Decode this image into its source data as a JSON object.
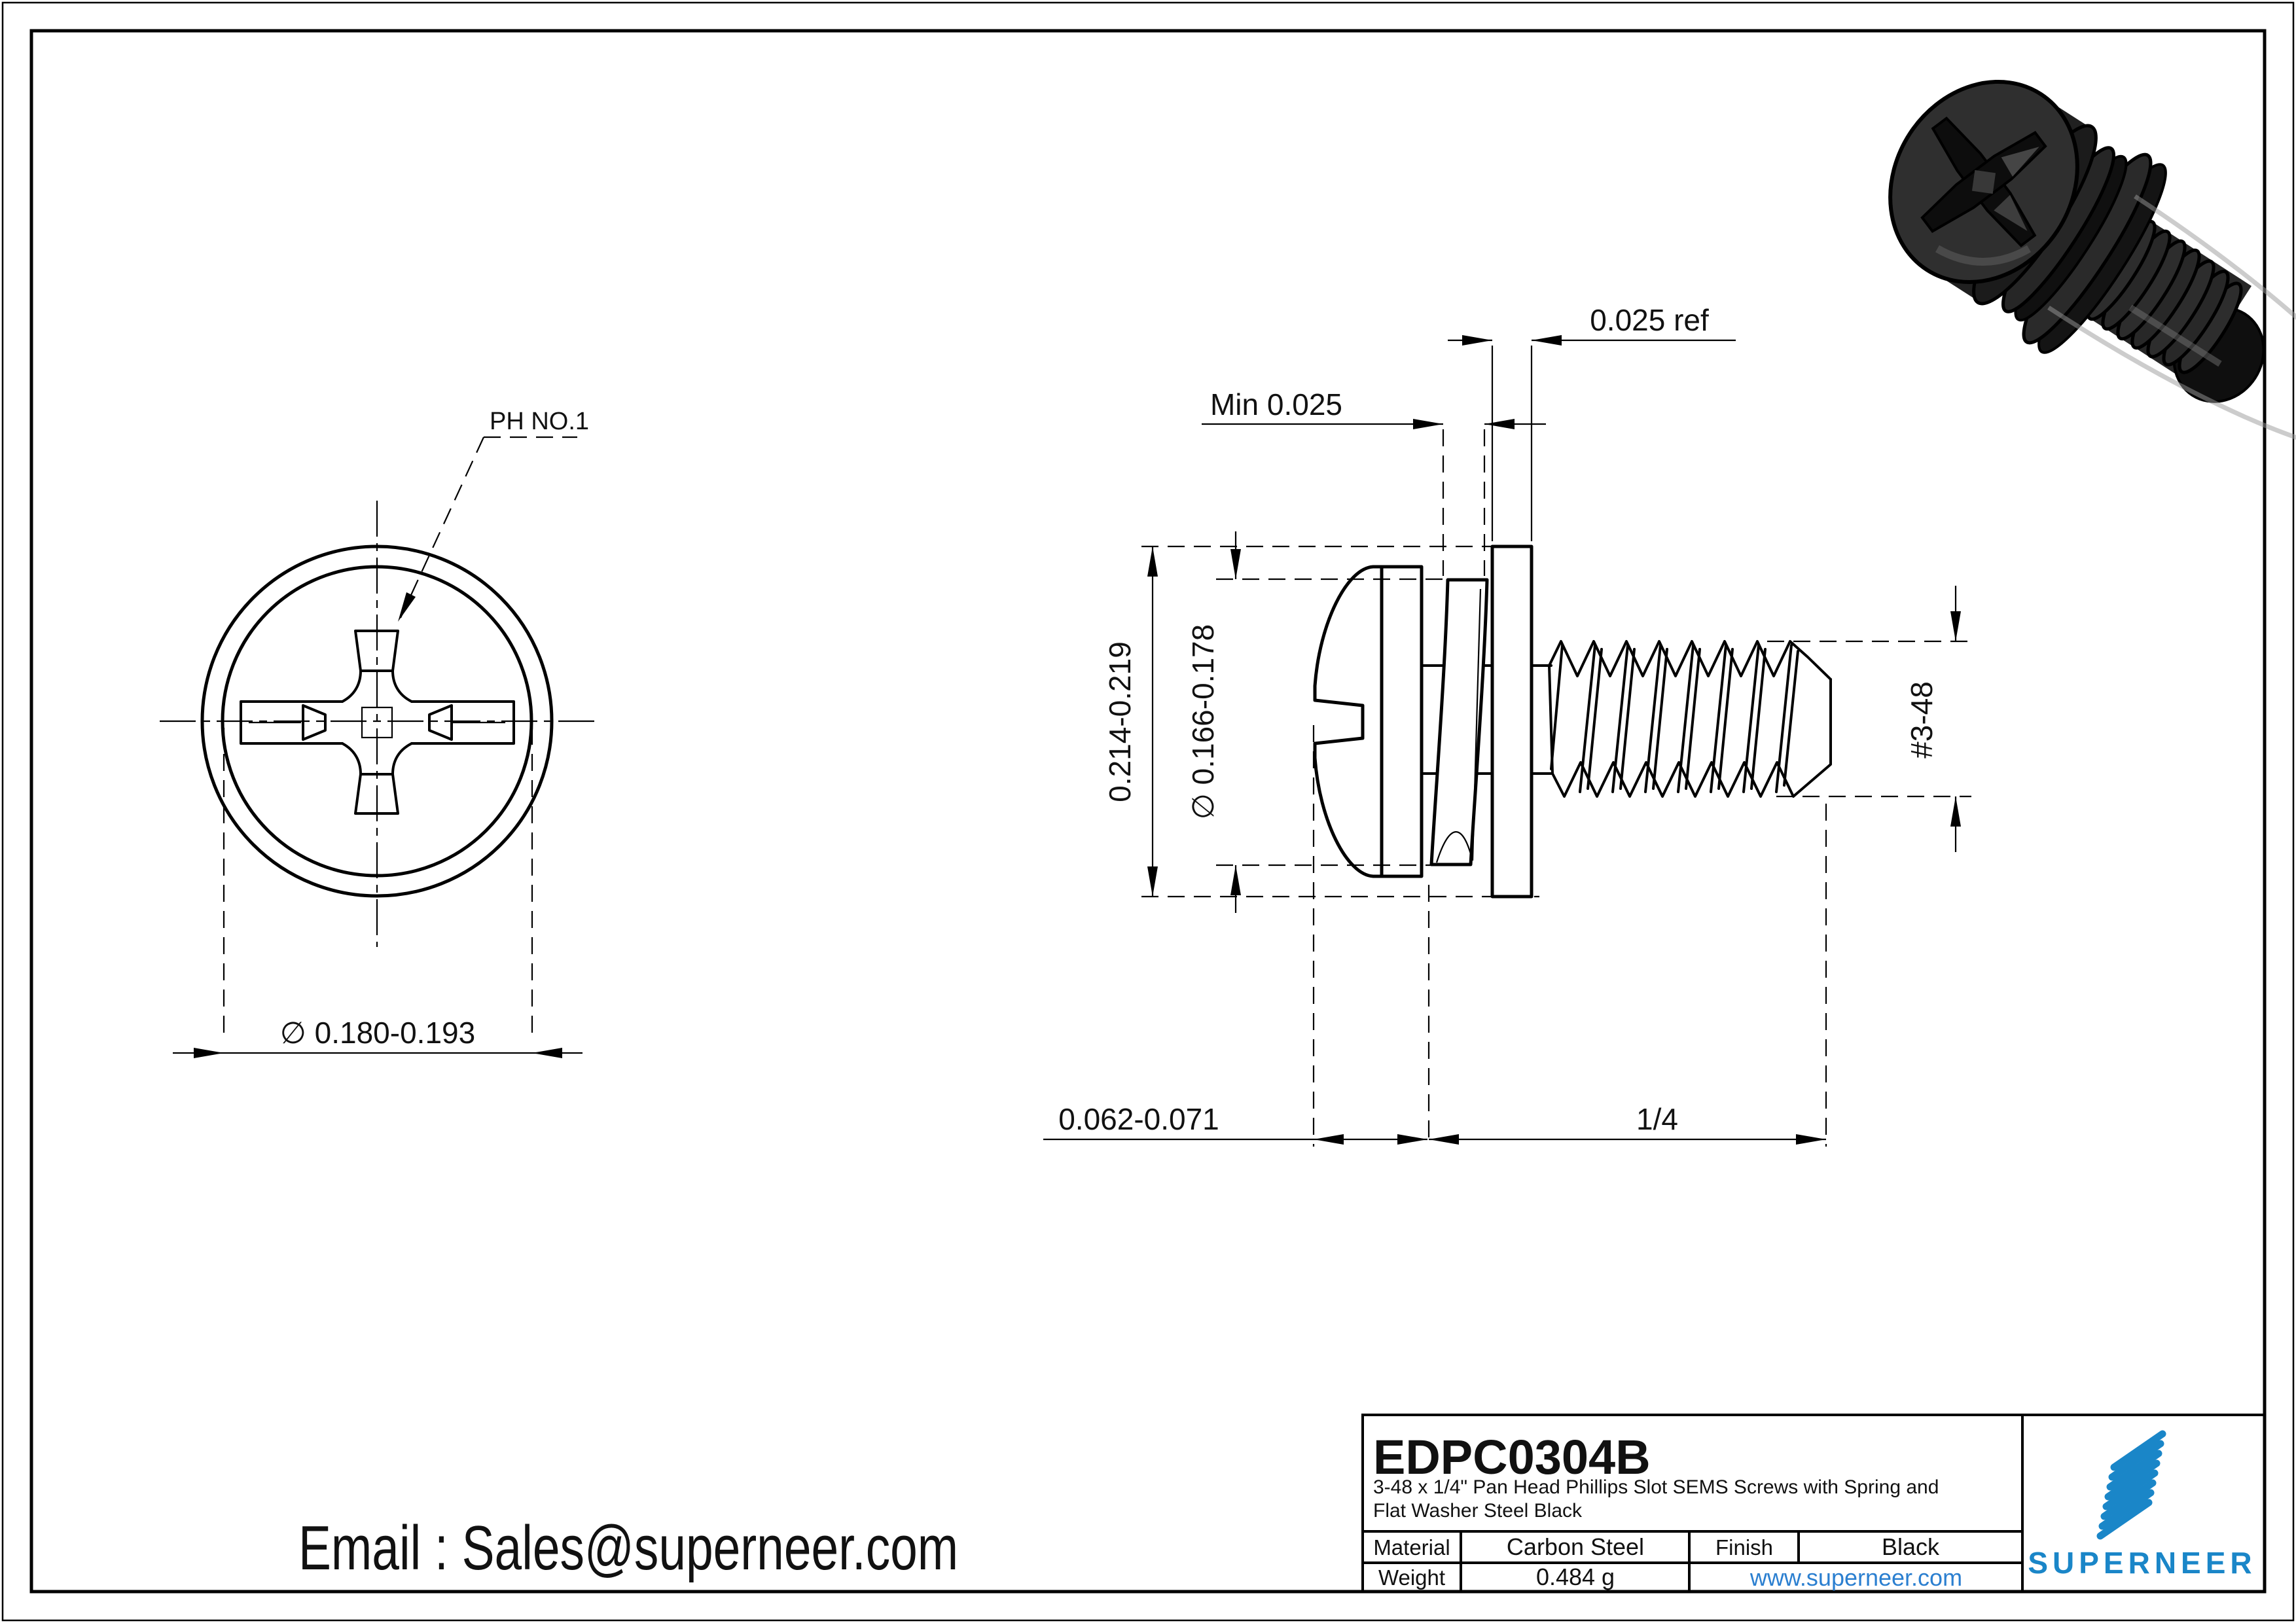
{
  "front_view": {
    "drive_label": "PH NO.1",
    "diameter_dim": "∅ 0.180-0.193"
  },
  "side_view": {
    "washer_thickness_dim": "0.025 ref",
    "spring_washer_min_dim": "Min 0.025",
    "flat_washer_od_dim": "0.214-0.219",
    "spring_washer_od_dim": "∅ 0.166-0.178",
    "thread_spec_dim": "#3-48",
    "head_height_dim": "0.062-0.071",
    "thread_length_dim": "1/4"
  },
  "footer": {
    "email": "Email : Sales@superneer.com"
  },
  "title_block": {
    "part_number": "EDPC0304B",
    "description_line1": "3-48 x 1/4\" Pan Head Phillips Slot SEMS Screws with Spring and",
    "description_line2": "Flat Washer Steel Black",
    "material_label": "Material",
    "material_value": "Carbon Steel",
    "finish_label": "Finish",
    "finish_value": "Black",
    "weight_label": "Weight",
    "weight_value": "0.484 g",
    "website": "www.superneer.com",
    "brand": "SUPERNEER",
    "logo_mark": "superneer-stripes-icon"
  },
  "colors": {
    "accent_blue": "#1a86c8",
    "link_blue": "#2b7fd0",
    "line_black": "#000000",
    "render_dark": "#1c1c1c"
  }
}
